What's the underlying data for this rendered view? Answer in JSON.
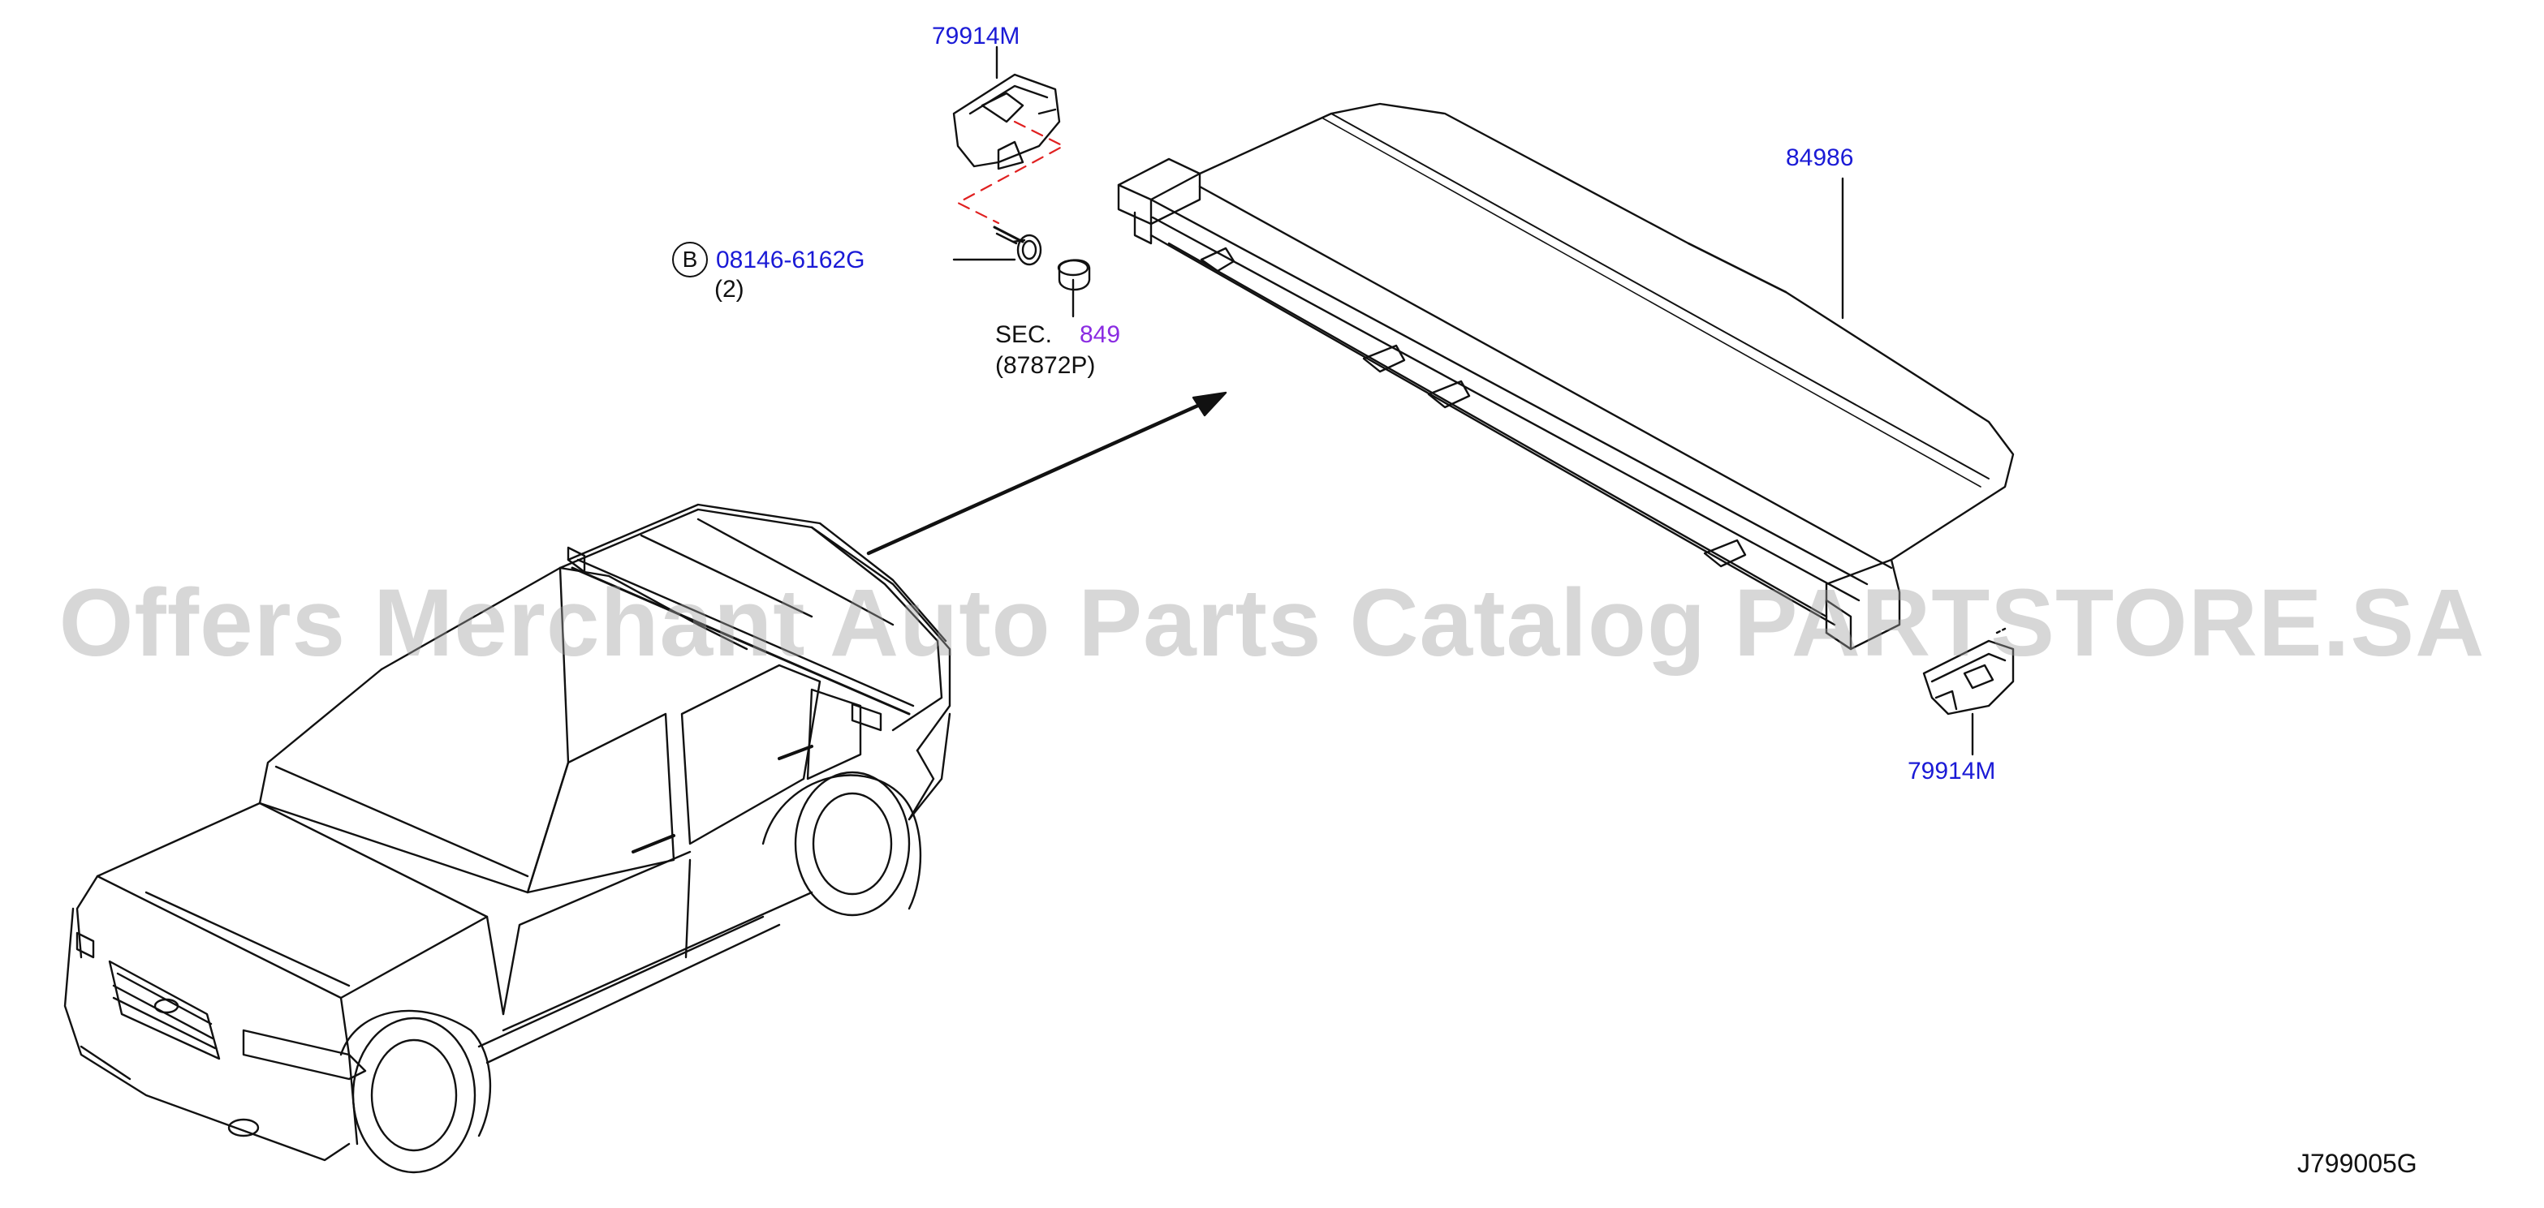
{
  "diagram": {
    "callouts": {
      "bracket_top": "79914M",
      "cover": "84986",
      "bolt_circle": "B",
      "bolt": "08146-6162G",
      "bolt_qty": "(2)",
      "sec_prefix": "SEC.",
      "sec_number": "849",
      "sec_sub": "(87872P)",
      "bracket_bottom": "79914M"
    },
    "diagram_code": "J799005G",
    "watermark": "Offers Merchant Auto Parts Catalog PARTSTORE.SA",
    "colors": {
      "part_label": "#1a1ad6",
      "section_label": "#8a2be2",
      "line": "#111111",
      "hidden_line": "#e02020",
      "watermark": "#a0a0a0"
    }
  }
}
